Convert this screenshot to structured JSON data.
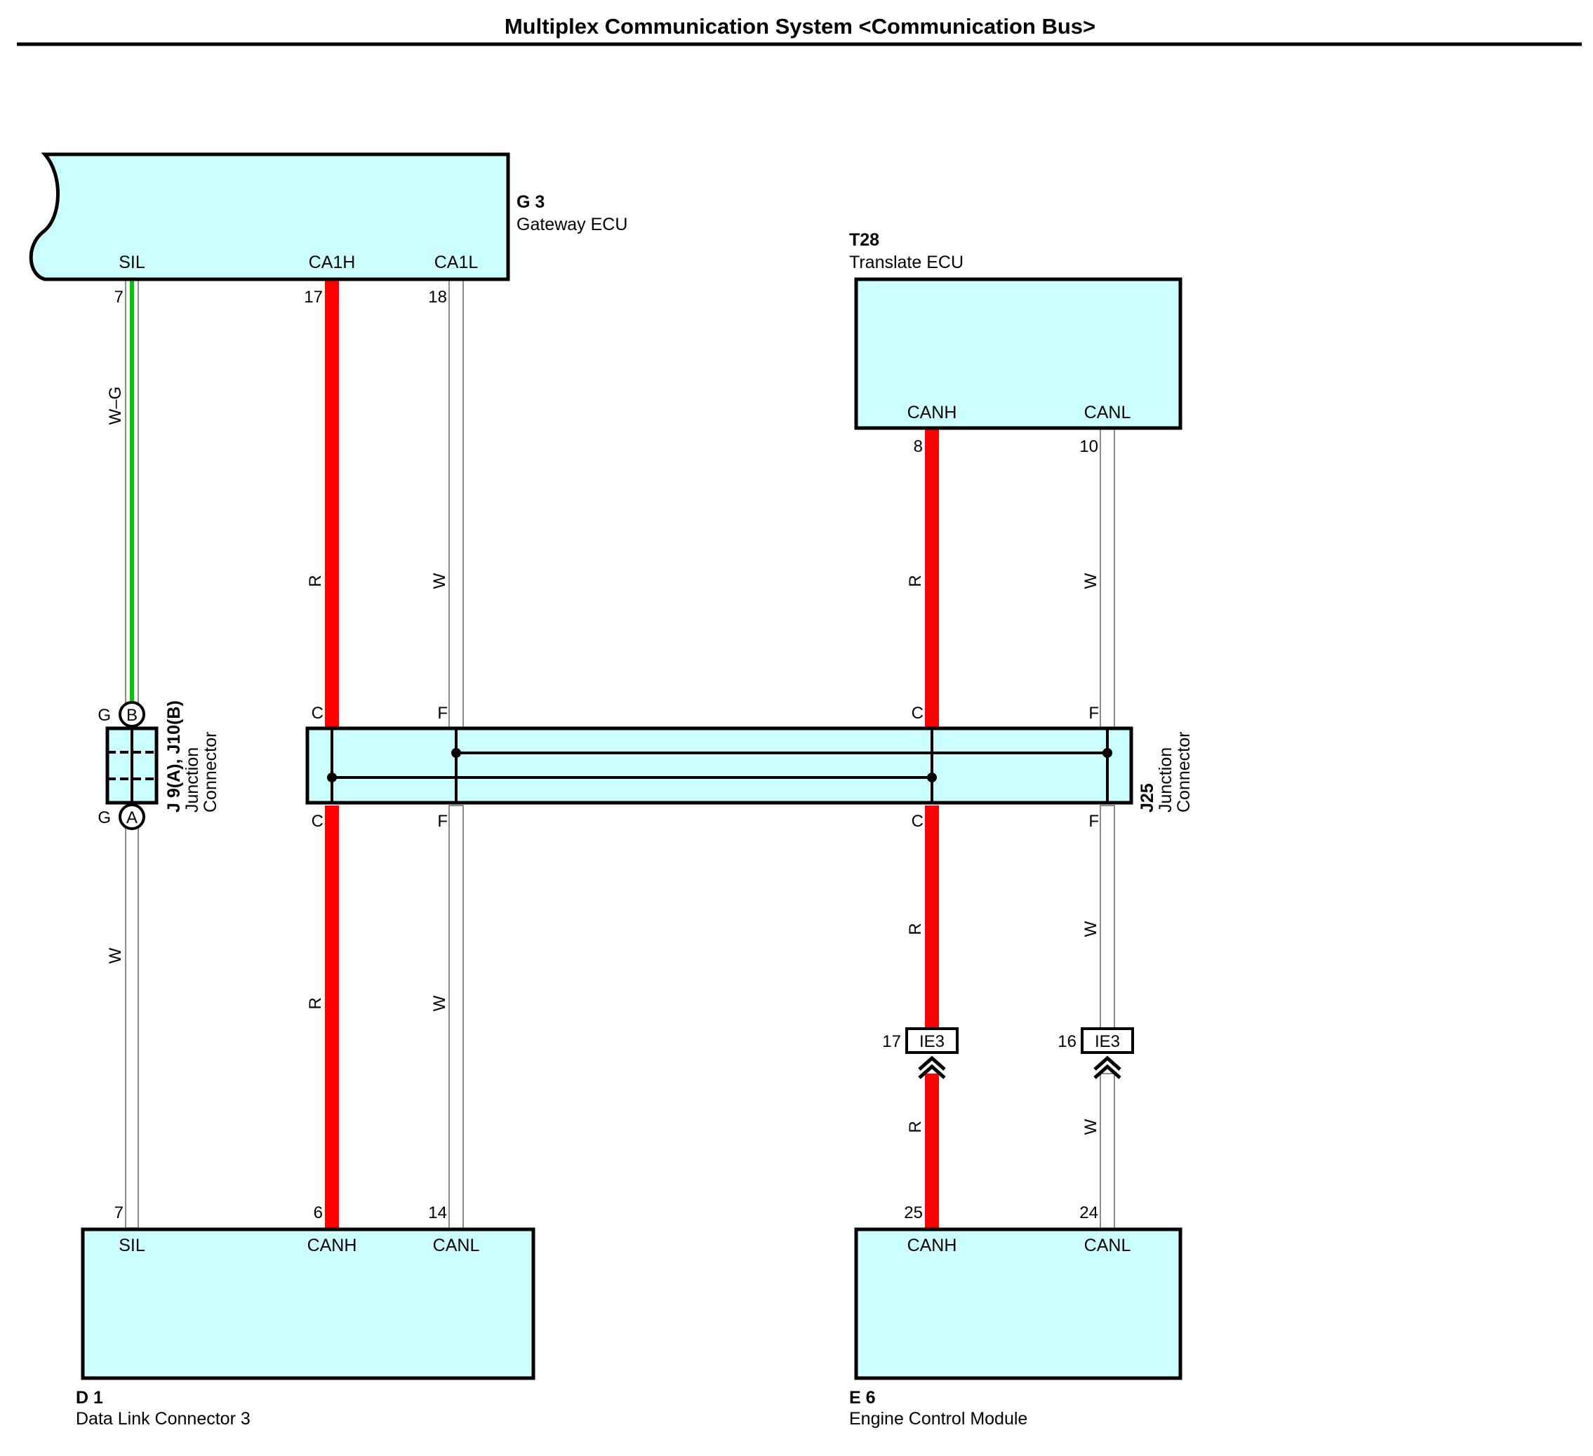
{
  "title": "Multiplex Communication System <Communication Bus>",
  "colors": {
    "component_fill": "#ccffff",
    "wire_red": "#ff0000",
    "wire_green": "#00cc00",
    "wire_white_outline": "#666666",
    "line": "#000000"
  },
  "components": {
    "g3": {
      "code": "G 3",
      "name": "Gateway ECU",
      "terminals": [
        "SIL",
        "CA1H",
        "CA1L"
      ],
      "pins": [
        "7",
        "17",
        "18"
      ]
    },
    "t28": {
      "code": "T28",
      "name": "Translate ECU",
      "terminals": [
        "CANH",
        "CANL"
      ],
      "pins": [
        "8",
        "10"
      ]
    },
    "d1": {
      "code": "D 1",
      "name": "Data Link Connector 3",
      "terminals": [
        "SIL",
        "CANH",
        "CANL"
      ],
      "pins": [
        "7",
        "6",
        "14"
      ]
    },
    "e6": {
      "code": "E 6",
      "name": "Engine Control Module",
      "terminals": [
        "CANH",
        "CANL"
      ],
      "pins": [
        "25",
        "24"
      ]
    }
  },
  "junctions": {
    "j9j10": {
      "code": "J 9(A), J10(B)",
      "name1": "Junction",
      "name2": "Connector",
      "top_letter": "G",
      "top_pin": "B",
      "bottom_letter": "G",
      "bottom_pin": "A"
    },
    "j25": {
      "code": "J25",
      "name1": "Junction",
      "name2": "Connector",
      "pin_c": "C",
      "pin_f": "F"
    }
  },
  "connector_ie3": {
    "label": "IE3",
    "pin_canh": "17",
    "pin_canl": "16"
  },
  "wires": {
    "sil_upper": "W–G",
    "sil_lower": "W",
    "canh": "R",
    "canl": "W"
  }
}
